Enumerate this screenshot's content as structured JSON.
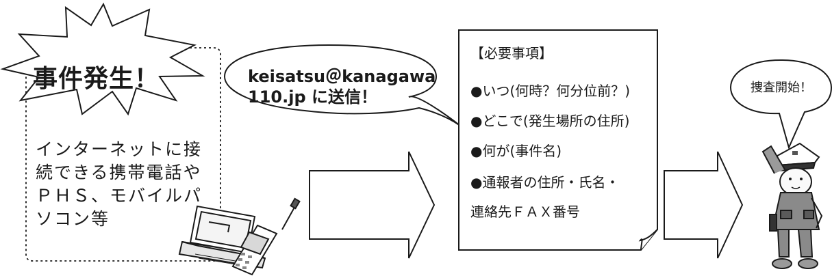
{
  "incident": {
    "label": "事件発生！"
  },
  "devices": {
    "lines": [
      "インターネットに接",
      "続できる携帯電話や",
      "ＰＨＳ、モバイルパ",
      "ソコン等"
    ]
  },
  "email_bubble": {
    "lines": [
      "keisatsu＠kanagawa",
      "110.jp に送信！"
    ]
  },
  "requirements": {
    "heading": "【必要事項】",
    "items": [
      "●いつ(何時？何分位前？)",
      "●どこで(発生場所の住所)",
      "●何が(事件名)",
      "●通報者の住所・氏名・",
      "連絡先ＦＡＸ番号"
    ]
  },
  "police_bubble": {
    "label": "捜査開始！"
  },
  "colors": {
    "stroke": "#1a1a1a",
    "arrow_fill": "#ffffff",
    "background": "#ffffff"
  }
}
